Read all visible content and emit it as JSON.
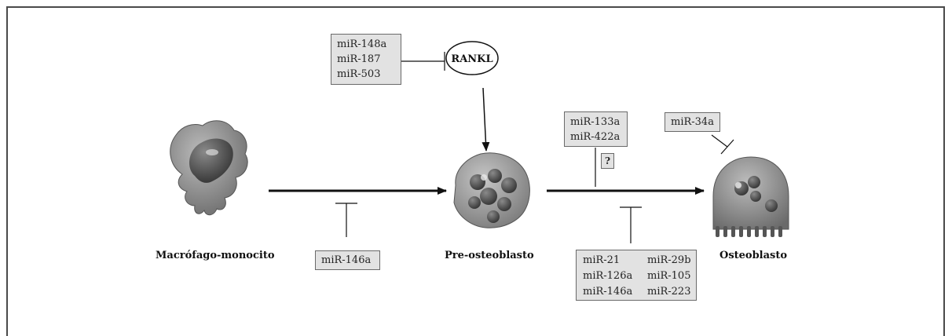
{
  "boxes": {
    "rankl_inhibitors": [
      "miR-148a",
      "miR-187",
      "miR-503"
    ],
    "macrophage_inhibitor": "miR-146a",
    "pre_upper": [
      "miR-133a",
      "miR-422a"
    ],
    "unknown": "?",
    "osteo_inhibitor": "miR-34a",
    "pre_lower": [
      "miR-21",
      "miR-29b",
      "miR-126a",
      "miR-105",
      "miR-146a",
      "miR-223"
    ]
  },
  "nodes": {
    "rankl": "RANKL",
    "macrophage": "Macrófago-monocito",
    "pre_osteoblast": "Pre-osteoblasto",
    "osteoblast": "Osteoblasto"
  },
  "colors": {
    "box_fill": "#e2e2e2",
    "cell_gray": "#8c8c8c",
    "nucleus": "#3a3a3a",
    "line": "#111111"
  }
}
